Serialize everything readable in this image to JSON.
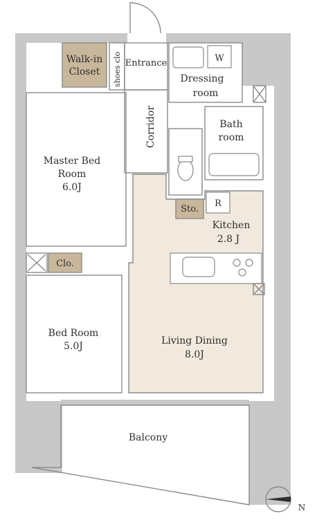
{
  "rooms": {
    "walk_in_closet": [
      "Walk-in",
      "Closet"
    ],
    "shoes_closet": "shoes clo",
    "entrance": "Entrance",
    "dressing_room": [
      "Dressing",
      "room"
    ],
    "washer_mark": "W",
    "corridor": "Corridor",
    "bath_room": [
      "Bath",
      "room"
    ],
    "master_bed_room": [
      "Master Bed",
      "Room",
      "6.0J"
    ],
    "storage": "Sto.",
    "refrigerator_mark": "R",
    "kitchen": [
      "Kitchen",
      "2.8 J"
    ],
    "closet": "Clo.",
    "bed_room": [
      "Bed Room",
      "5.0J"
    ],
    "living_dining": [
      "Living Dining",
      "8.0J"
    ],
    "balcony": "Balcony"
  },
  "compass": {
    "north_mark": "N"
  },
  "colors": {
    "wall": "#c8c8c8",
    "living_floor": "#f1e9dd",
    "closet_fill": "#c9b79b",
    "line": "#8a8a8a"
  }
}
